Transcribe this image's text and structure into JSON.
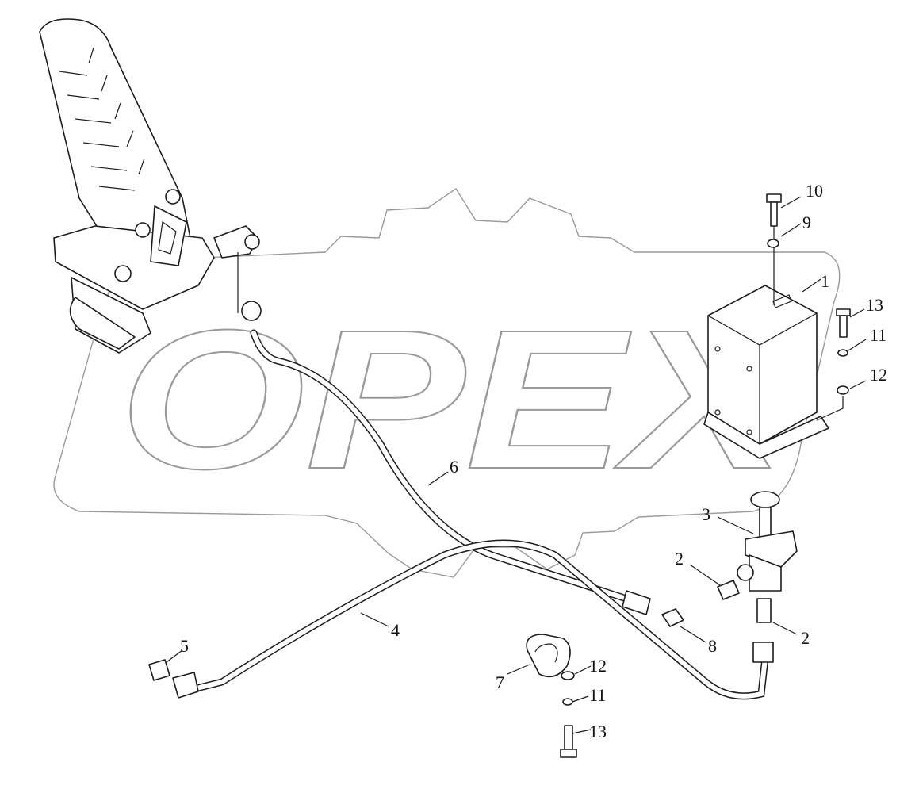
{
  "watermark": {
    "text": "OPEX"
  },
  "callouts": [
    {
      "id": "1",
      "label": "1"
    },
    {
      "id": "2",
      "label": "2"
    },
    {
      "id": "2b",
      "label": "2"
    },
    {
      "id": "3",
      "label": "3"
    },
    {
      "id": "4",
      "label": "4"
    },
    {
      "id": "5",
      "label": "5"
    },
    {
      "id": "6",
      "label": "6"
    },
    {
      "id": "7",
      "label": "7"
    },
    {
      "id": "8",
      "label": "8"
    },
    {
      "id": "9",
      "label": "9"
    },
    {
      "id": "10",
      "label": "10"
    },
    {
      "id": "11",
      "label": "11"
    },
    {
      "id": "11b",
      "label": "11"
    },
    {
      "id": "12",
      "label": "12"
    },
    {
      "id": "12b",
      "label": "12"
    },
    {
      "id": "13",
      "label": "13"
    },
    {
      "id": "13b",
      "label": "13"
    }
  ],
  "parts": [
    {
      "name": "brake-pedal-valve",
      "icon": "pedal-valve-icon"
    },
    {
      "name": "mounting-bracket",
      "icon": "box-bracket-icon"
    },
    {
      "name": "hand-valve",
      "icon": "hand-valve-icon"
    },
    {
      "name": "hose-4",
      "icon": "hose-icon"
    },
    {
      "name": "hose-6",
      "icon": "hose-icon"
    },
    {
      "name": "clamp",
      "icon": "clamp-icon"
    }
  ]
}
